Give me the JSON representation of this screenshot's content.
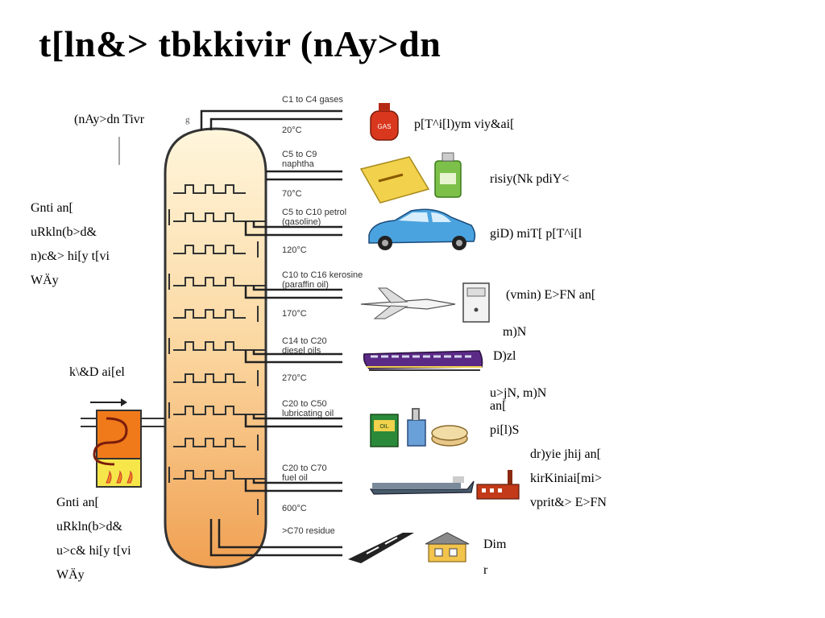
{
  "title": "t[ln&> tbkkivir (nAy>dn",
  "left_labels": {
    "column_name": "(nAy>dn Tivr",
    "column_digit": "g",
    "heat_top": [
      "Gnti an[",
      "uRkln(b>d&",
      "n)c&> hi[y t[vi",
      "WÄy"
    ],
    "crude_oil": "k\\&D ai[el",
    "heat_bottom": [
      "Gnti an[",
      "uRkln(b>d&",
      "u>c& hi[y t[vi",
      "WÄy"
    ]
  },
  "fractions": [
    {
      "line1": "C1 to C4 gases",
      "line2": ""
    },
    {
      "line1": "C5 to C9",
      "line2": "naphtha"
    },
    {
      "line1": "C5 to C10 petrol",
      "line2": "(gasoline)"
    },
    {
      "line1": "C10 to C16 kerosine",
      "line2": "(paraffin oil)"
    },
    {
      "line1": "C14 to C20",
      "line2": "diesel oils"
    },
    {
      "line1": "C20 to C50",
      "line2": "lubricating oil"
    },
    {
      "line1": "C20 to C70",
      "line2": "fuel oil"
    },
    {
      "line1": ">C70 residue",
      "line2": ""
    }
  ],
  "temperatures": [
    "20°C",
    "70°C",
    "120°C",
    "170°C",
    "270°C",
    "600°C"
  ],
  "uses": {
    "gas": "p[T^i[l)ym viy&ai[",
    "naphtha": "risiy(Nk pdiY<",
    "petrol": "giD) miT[ p[T^i[l",
    "kerosine": "(vmin) E>FN an[",
    "diesel_a": "m)N",
    "diesel_b": "D)zl",
    "lub_a": "u>jN, m)N",
    "lub_b": "an[",
    "lub_c": "pi[l)S",
    "fuel": [
      "dr)yie jhij an[",
      "kirKiniai[mi>",
      "vprit&> E>FN"
    ],
    "residue_a": "Dim",
    "residue_b": "r"
  },
  "image_text": {
    "gas_cylinder": "GAS",
    "oil_can": "OIL"
  },
  "colors": {
    "column_top": "#fff4d6",
    "column_bottom": "#f2a55b",
    "pipe": "#222222",
    "car": "#4aa3df",
    "train": "#5b2a86",
    "furnace": "#f07a1a"
  }
}
